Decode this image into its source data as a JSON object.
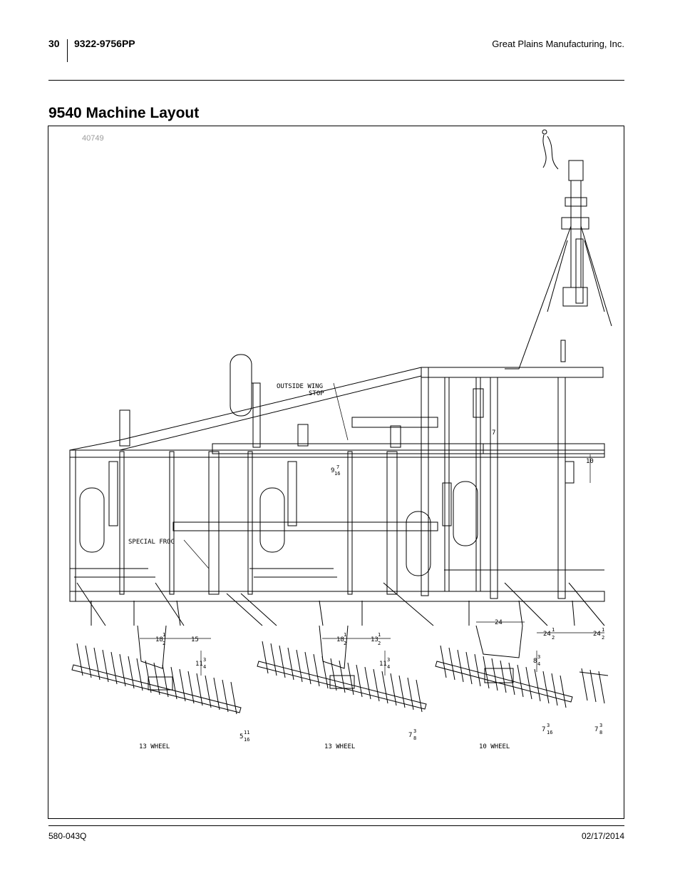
{
  "header": {
    "page_number": "30",
    "doc_number": "9322-9756PP",
    "company": "Great Plains Manufacturing, Inc."
  },
  "title": "9540 Machine Layout",
  "figure": {
    "figure_number": "40749",
    "callouts": {
      "outside_wing_stop_1": "OUTSIDE WING",
      "outside_wing_stop_2": "STOP",
      "special_frog": "SPECIAL FROG",
      "wheel_left": "13 WHEEL",
      "wheel_middle": "13 WHEEL",
      "wheel_right": "10 WHEEL"
    },
    "dimensions": {
      "d7": "7",
      "d10": "10",
      "d24": "24",
      "d15": "15",
      "d9_whole": "9",
      "d9_num": "7",
      "d9_den": "16",
      "d18a_whole": "18",
      "d18a_num": "1",
      "d18a_den": "2",
      "d18b_whole": "18",
      "d18b_num": "1",
      "d18b_den": "2",
      "d13_whole": "13",
      "d13_num": "1",
      "d13_den": "2",
      "d11a_whole": "11",
      "d11a_num": "3",
      "d11a_den": "4",
      "d11b_whole": "11",
      "d11b_num": "3",
      "d11b_den": "4",
      "d8_whole": "8",
      "d8_num": "3",
      "d8_den": "4",
      "d24a_whole": "24",
      "d24a_num": "1",
      "d24a_den": "2",
      "d24b_whole": "24",
      "d24b_num": "1",
      "d24b_den": "2",
      "d5_whole": "5",
      "d5_num": "11",
      "d5_den": "16",
      "d7a_whole": "7",
      "d7a_num": "3",
      "d7a_den": "8",
      "d7b_whole": "7",
      "d7b_num": "3",
      "d7b_den": "16",
      "d7c_whole": "7",
      "d7c_num": "3",
      "d7c_den": "8"
    }
  },
  "footer": {
    "manual_number": "580-043Q",
    "date": "02/17/2014"
  }
}
